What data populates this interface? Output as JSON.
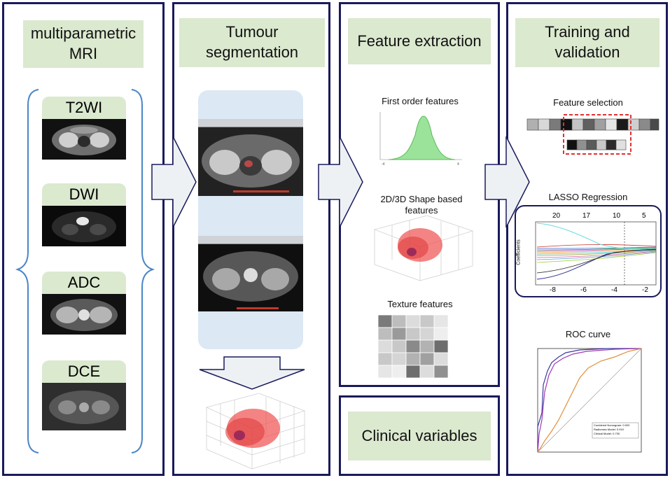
{
  "panels": {
    "mri": {
      "title": "multiparametric MRI"
    },
    "segmentation": {
      "title": "Tumour segmentation"
    },
    "features": {
      "title": "Feature extraction"
    },
    "training": {
      "title": "Training and validation"
    },
    "clinical": {
      "title": "Clinical variables"
    }
  },
  "sequences": [
    {
      "label": "T2WI"
    },
    {
      "label": "DWI"
    },
    {
      "label": "ADC"
    },
    {
      "label": "DCE"
    }
  ],
  "feature_types": {
    "first_order": "First order features",
    "shape": "2D/3D Shape based features",
    "texture": "Texture features"
  },
  "training_steps": {
    "selection": "Feature selection",
    "lasso": "LASSO Regression",
    "roc": "ROC curve"
  },
  "lasso_axis": {
    "top_ticks": [
      "20",
      "17",
      "10",
      "5"
    ],
    "bottom_ticks": [
      "-8",
      "-6",
      "-4",
      "-2"
    ],
    "ylabel": "Coefficients"
  },
  "roc_legend": [
    "Combined Nomogram: 0.920",
    "Radiomics Model: 0.919",
    "Clinical Model: 0.730"
  ],
  "colors": {
    "panel_border": "#1a1a5c",
    "header_bg": "#dbe9cf",
    "brace": "#4a86c8",
    "seg_bg": "#dce8f4",
    "tumour": "#f05050"
  }
}
